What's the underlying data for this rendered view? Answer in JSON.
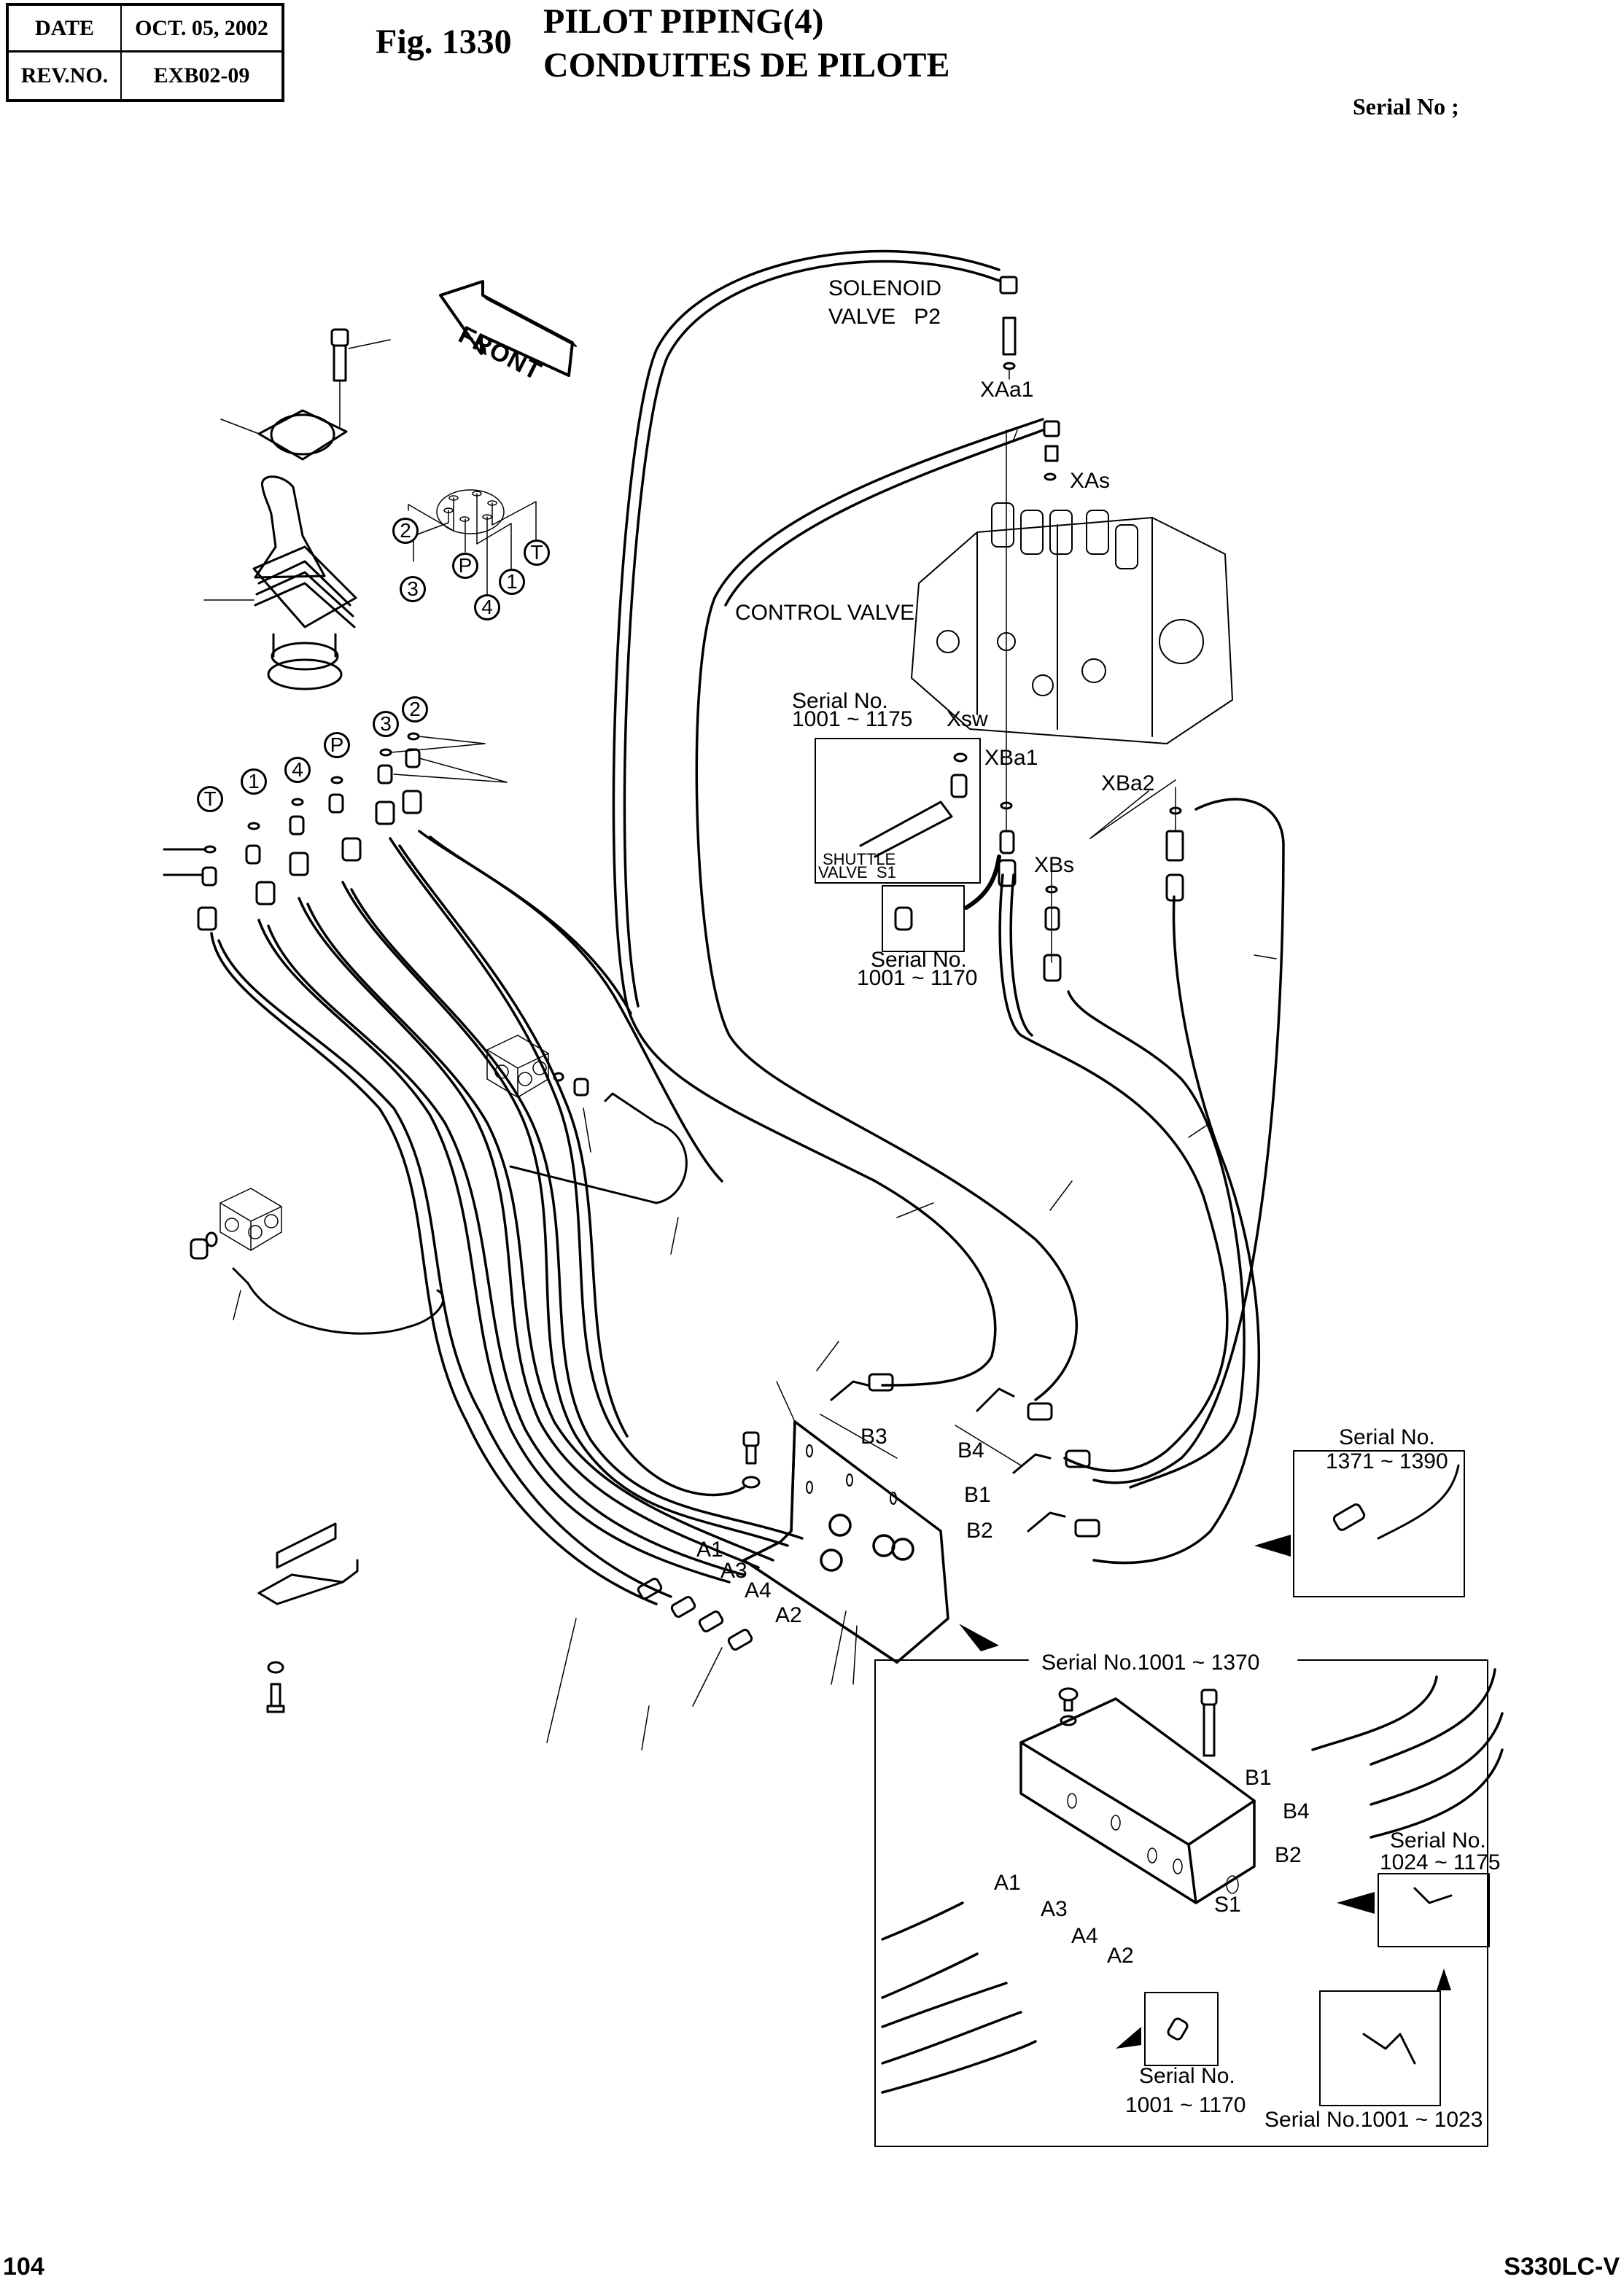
{
  "header": {
    "date_label": "DATE",
    "date_value": "OCT. 05, 2002",
    "rev_label": "REV.NO.",
    "rev_value": "EXB02-09",
    "figure_number": "Fig. 1330",
    "title_en": "PILOT PIPING(4)",
    "title_fr": "CONDUITES DE PILOTE",
    "serial_label": "Serial No ;"
  },
  "orientation": {
    "front_arrow": "FRONT"
  },
  "pilot_ports": {
    "schematic": [
      "2",
      "3",
      "P",
      "4",
      "1",
      "T"
    ],
    "fittings": [
      "T",
      "1",
      "4",
      "P",
      "3",
      "2"
    ]
  },
  "control_valve": {
    "label": "CONTROL VALVE",
    "solenoid_valve": [
      "SOLENOID",
      "VALVE   P2"
    ],
    "ports": {
      "xaa1": "XAa1",
      "xas": "XAs",
      "xsw": "Xsw",
      "xba1": "XBa1",
      "xba2": "XBa2",
      "xbs": "XBs"
    }
  },
  "insets": {
    "shuttle": {
      "serial_line1": "Serial No.",
      "serial_line2": "1001 ~ 1175",
      "caption_line1": "SHUTTLE",
      "caption_line2": "VALVE  S1"
    },
    "adapter_1170_top": {
      "serial_line1": "Serial No.",
      "serial_line2": "1001 ~ 1170"
    },
    "elbow_1371_1390": {
      "serial_line1": "Serial No.",
      "serial_line2": "1371 ~ 1390"
    },
    "manifold_block": {
      "serial": "Serial No.1001 ~ 1370"
    },
    "elbow_1024_1175": {
      "serial_line1": "Serial No.",
      "serial_line2": "1024 ~ 1175"
    },
    "adapter_1170_bottom": {
      "serial_line1": "Serial No.",
      "serial_line2": "1001 ~ 1170"
    },
    "tee_1001_1023": {
      "serial": "Serial No.1001 ~ 1023"
    }
  },
  "bracket_ports": [
    "B3",
    "B4",
    "B1",
    "B2",
    "A1",
    "A3",
    "A4",
    "A2"
  ],
  "manifold_ports": [
    "B1",
    "B4",
    "B2",
    "S1",
    "A1",
    "A3",
    "A4",
    "A2"
  ],
  "footer": {
    "page_number": "104",
    "model": "S330LC-V"
  }
}
